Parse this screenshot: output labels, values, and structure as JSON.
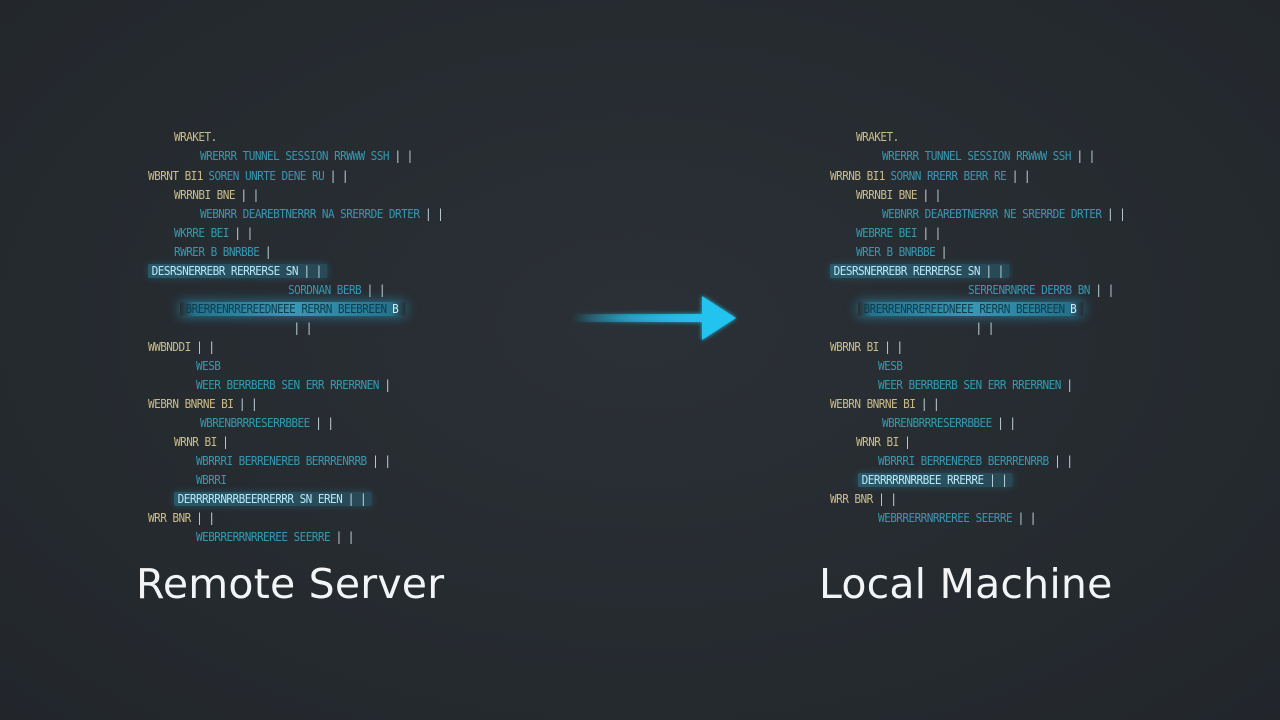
{
  "labels": {
    "remote": "Remote Server",
    "local": "Local Machine"
  },
  "colors": {
    "background": "#262b30",
    "accent": "#22c3ee",
    "code_keyword": "#d8c98f",
    "code_text": "#3aa7c2",
    "caption_text": "#f2f4f5"
  },
  "icons": {
    "transfer": "arrow-right-icon"
  },
  "remote_code": [
    {
      "kw": "WRAKET.",
      "tx": "",
      "br": ""
    },
    {
      "kw": "",
      "tx": "WRERRR TUNNEL SESSION RRWWW SSH",
      "br": "| |"
    },
    {
      "kw": "WBRNT BI1",
      "tx": "SOREN UNRTE DENE RU",
      "br": "| |"
    },
    {
      "kw": "WRRNBI BNE",
      "tx": "",
      "br": "| |"
    },
    {
      "kw": "",
      "tx": "WEBNRR DEAREBTNERRR NA SRERRDE DRTER",
      "br": "| |"
    },
    {
      "kw": "",
      "tx": "WKRRE BEI",
      "br": "| |"
    },
    {
      "kw": "",
      "tx": "RWRER B BNRBBE",
      "br": "|"
    },
    {
      "kw": "",
      "tx": "DESRSNERREBR RERRERSE SN",
      "br": "| |"
    },
    {
      "kw": "",
      "tx": "SORDNAN BERB",
      "br": "| |"
    },
    {
      "kw": "",
      "tx": "BRERRENRREREEDNEEE RERRN BEEBREEN",
      "br": "B"
    },
    {
      "kw": "",
      "tx": "",
      "br": "| |"
    },
    {
      "kw": "WWBNDDI",
      "tx": "",
      "br": "| |"
    },
    {
      "kw": "",
      "tx": "WESB",
      "br": ""
    },
    {
      "kw": "",
      "tx": "WEER BERRBERB SEN ERR RRERRNEN",
      "br": "|"
    },
    {
      "kw": "WEBRN BNRNE BI",
      "tx": "",
      "br": "| |"
    },
    {
      "kw": "",
      "tx": "WBRENBRRRESERRBBEE",
      "br": "| |"
    },
    {
      "kw": "WRNR BI",
      "tx": "",
      "br": "|"
    },
    {
      "kw": "",
      "tx": "WBRRRI BERRENEREB BERRRENRRB",
      "br": "| |"
    },
    {
      "kw": "",
      "tx": "WBRRI",
      "br": ""
    },
    {
      "kw": "",
      "tx": "DERRRRRNRRBEERRERRR SN EREN",
      "br": "| |"
    },
    {
      "kw": "WRR BNR",
      "tx": "",
      "br": "| |"
    },
    {
      "kw": "",
      "tx": "WEBRRERRNRREREE SEERRE",
      "br": "| |"
    }
  ],
  "local_code": [
    {
      "kw": "WRAKET.",
      "tx": "",
      "br": ""
    },
    {
      "kw": "",
      "tx": "WRERRR TUNNEL SESSION RRWWW SSH",
      "br": "| |"
    },
    {
      "kw": "WRRNB BI1",
      "tx": "SORNN RRERR BERR RE",
      "br": "| |"
    },
    {
      "kw": "WRRNBI BNE",
      "tx": "",
      "br": "| |"
    },
    {
      "kw": "",
      "tx": "WEBNRR DEAREBTNERRR NE SRERRDE DRTER",
      "br": "| |"
    },
    {
      "kw": "",
      "tx": "WEBRRE BEI",
      "br": "| |"
    },
    {
      "kw": "",
      "tx": "WRER B BNRBBE",
      "br": "|"
    },
    {
      "kw": "",
      "tx": "DESRSNERREBR RERRERSE SN",
      "br": "| |"
    },
    {
      "kw": "",
      "tx": "SERRENRNRRE DERRB BN",
      "br": "| |"
    },
    {
      "kw": "",
      "tx": "BRERRENRREREEDNEEE RERRN BEEBREEN",
      "br": "B"
    },
    {
      "kw": "",
      "tx": "",
      "br": "| |"
    },
    {
      "kw": "WBRNR BI",
      "tx": "",
      "br": "| |"
    },
    {
      "kw": "",
      "tx": "WESB",
      "br": ""
    },
    {
      "kw": "",
      "tx": "WEER BERRBERB SEN ERR RRERRNEN",
      "br": "|"
    },
    {
      "kw": "WEBRN BNRNE BI",
      "tx": "",
      "br": "| |"
    },
    {
      "kw": "",
      "tx": "WBRENBRRRESERRBBEE",
      "br": "| |"
    },
    {
      "kw": "WRNR BI",
      "tx": "",
      "br": "|"
    },
    {
      "kw": "",
      "tx": "WBRRRI BERRENEREB BERRRENRRB",
      "br": "| |"
    },
    {
      "kw": "",
      "tx": "DERRRRRNRRBEE RRERRE",
      "br": "| |"
    },
    {
      "kw": "WRR BNR",
      "tx": "",
      "br": "| |"
    },
    {
      "kw": "",
      "tx": "WEBRRERRNRREREE SEERRE",
      "br": "| |"
    }
  ]
}
